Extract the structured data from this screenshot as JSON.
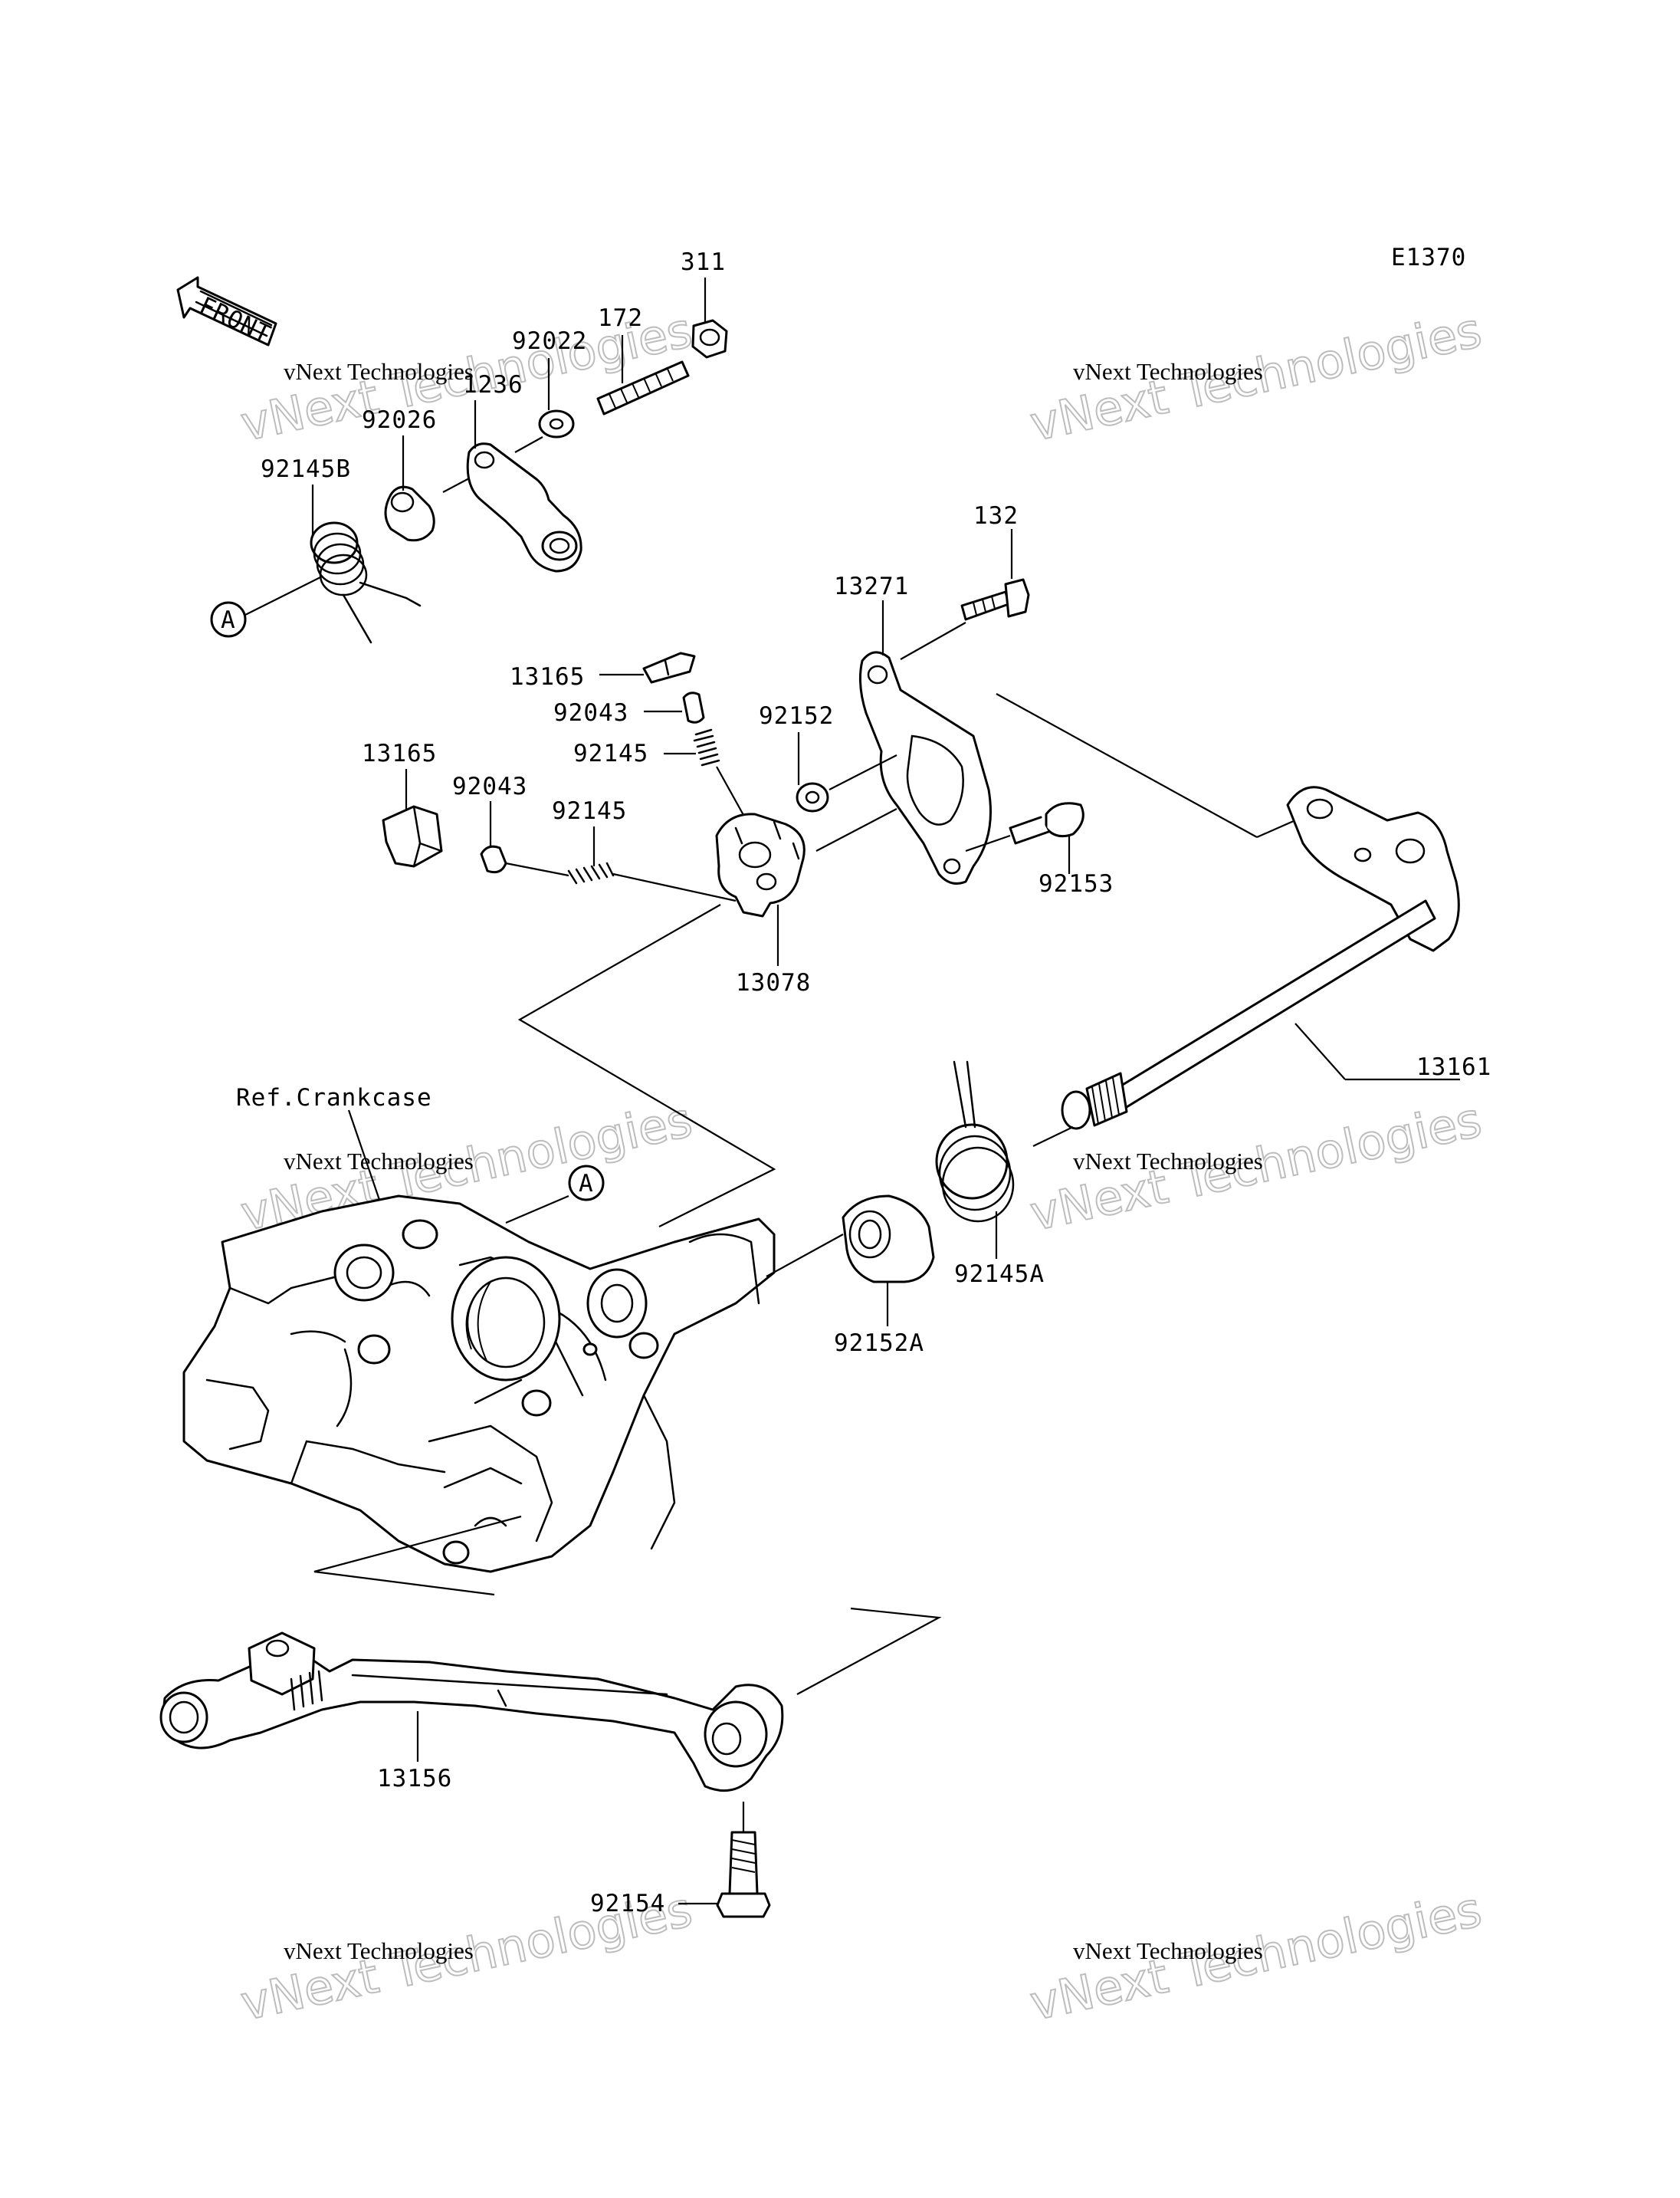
{
  "diagram_code": "E1370",
  "front_marker": "FRONT",
  "reference_label": "Ref.Crankcase",
  "callout_marker": "A",
  "part_labels": {
    "p311": "311",
    "p172": "172",
    "p92022": "92022",
    "p1236": "1236",
    "p92026": "92026",
    "p92145B": "92145B",
    "p132": "132",
    "p13271": "13271",
    "p13165a": "13165",
    "p92043a": "92043",
    "p92152": "92152",
    "p92145a": "92145",
    "p13165b": "13165",
    "p92043b": "92043",
    "p92145b": "92145",
    "p92153": "92153",
    "p13078": "13078",
    "p13161": "13161",
    "p92145A": "92145A",
    "p92152A": "92152A",
    "p13156": "13156",
    "p92154": "92154"
  },
  "watermark": {
    "line1": "vNext Technologies",
    "line2": "vNext Technologies"
  },
  "colors": {
    "ink": "#000000",
    "paper": "#ffffff",
    "watermark": "#bdbdbd"
  }
}
